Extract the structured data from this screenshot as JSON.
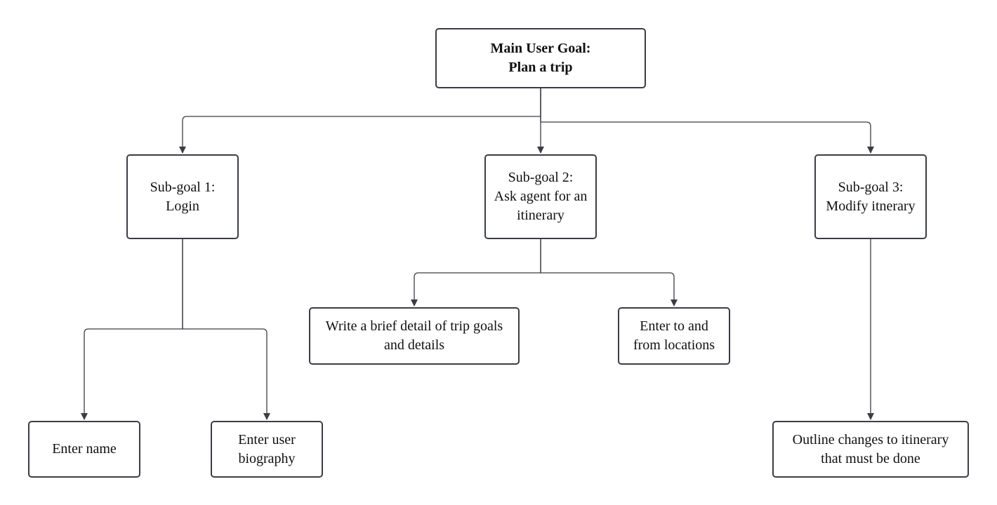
{
  "main_goal": {
    "line1": "Main User Goal:",
    "line2": "Plan a trip"
  },
  "subgoals": [
    {
      "line1": "Sub-goal 1:",
      "line2": "Login"
    },
    {
      "line1": "Sub-goal 2:",
      "line2": "Ask agent for an",
      "line3": "itinerary"
    },
    {
      "line1": "Sub-goal 3:",
      "line2": "Modify itnerary"
    }
  ],
  "tasks": {
    "enter_name": {
      "line1": "Enter name"
    },
    "enter_biography": {
      "line1": "Enter user",
      "line2": "biography"
    },
    "trip_brief": {
      "line1": "Write a brief detail of trip goals",
      "line2": "and details"
    },
    "locations": {
      "line1": "Enter to and",
      "line2": "from locations"
    },
    "outline_changes": {
      "line1": "Outline changes to itinerary",
      "line2": "that must be done"
    }
  },
  "colors": {
    "connector": "#3a3d44",
    "box_border": "#3a3d44",
    "text": "#111111"
  }
}
